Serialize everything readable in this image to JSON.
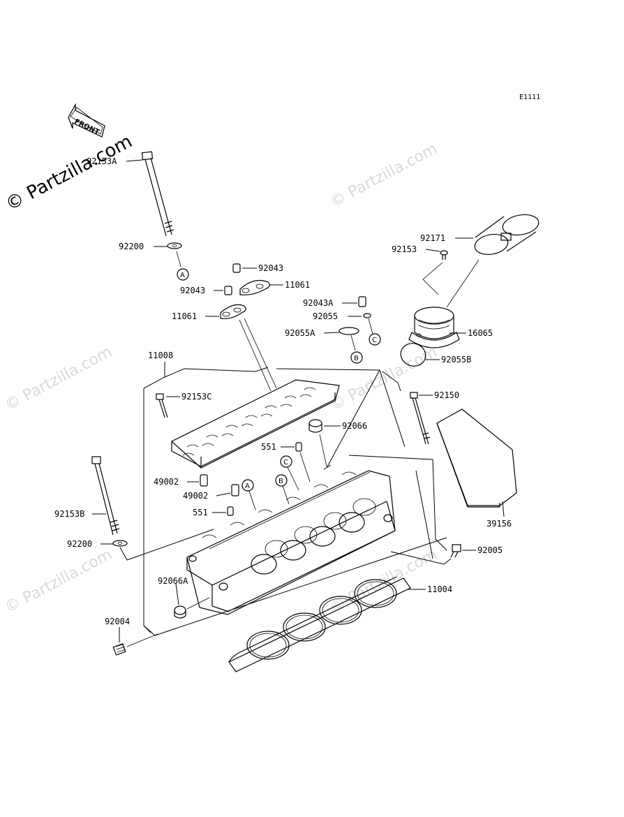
{
  "diagram_code": "E1111",
  "front_label": "FRONT",
  "copyright": "© Partzilla.com",
  "watermark": "© Partzilla.com",
  "ref_markers": {
    "a": "A",
    "b": "B",
    "c": "C"
  },
  "parts": {
    "p92153A": "92153A",
    "p92200_top": "92200",
    "p92043_a": "92043",
    "p92043_b": "92043",
    "p11061_a": "11061",
    "p11061_b": "11061",
    "p92043A": "92043A",
    "p92055": "92055",
    "p92055A": "92055A",
    "p92171": "92171",
    "p92153": "92153",
    "p16065": "16065",
    "p92055B": "92055B",
    "p11008": "11008",
    "p92153C": "92153C",
    "p92150": "92150",
    "p92066": "92066",
    "p551_a": "551",
    "p49002_a": "49002",
    "p49002_b": "49002",
    "p551_b": "551",
    "p92153B": "92153B",
    "p92200_bot": "92200",
    "p39156": "39156",
    "p92005": "92005",
    "p11004": "11004",
    "p92066A": "92066A",
    "p92004": "92004"
  }
}
